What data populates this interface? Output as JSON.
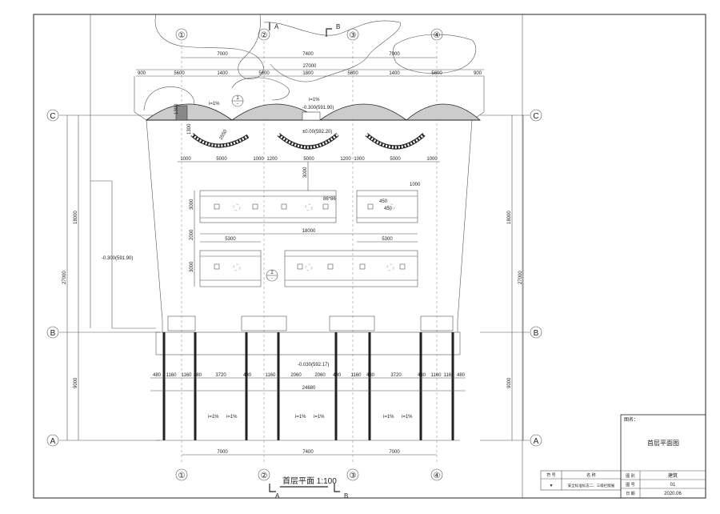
{
  "axes_top": [
    "①",
    "②",
    "③",
    "④"
  ],
  "axes_side": [
    "C",
    "B",
    "A"
  ],
  "section_marks": [
    "A",
    "B"
  ],
  "dims": {
    "top_span": [
      "7000",
      "7400",
      "7000"
    ],
    "top_total": "27000",
    "top_detail": [
      "900",
      "5600",
      "1400",
      "5600",
      "1800",
      "5600",
      "1400",
      "5600",
      "900"
    ],
    "mid_row": [
      "1000",
      "5000",
      "1000",
      "1200",
      "5000",
      "1200",
      "1000",
      "5000",
      "1000"
    ],
    "mid_3000": "3000",
    "room_total": "18000",
    "room_sub": [
      "5300",
      "5300"
    ],
    "room_left": [
      "3000",
      "2000",
      "3000"
    ],
    "small": [
      "1000",
      "450",
      "86*86",
      "450"
    ],
    "bot_row": [
      "480",
      "1160",
      "1160",
      "480",
      "3720",
      "480",
      "1160",
      "2060",
      "2060",
      "480",
      "1160",
      "480",
      "3720",
      "480",
      "1160",
      "1160",
      "480"
    ],
    "bot_total": "24680",
    "bot_span": [
      "7000",
      "7400",
      "7000"
    ],
    "left_18000": "18000",
    "left_27000": "27000",
    "left_9000": "9000",
    "right_18000": "18000",
    "right_27000": "27000",
    "right_9000": "9000",
    "r1300a": "1300",
    "r1300b": "1300",
    "r2550": "2550"
  },
  "levels": {
    "top": "-0.300(591.90)",
    "mid": "±0.00(592.20)",
    "left": "-0.300(591.90)",
    "bot": "-0.030(592.17)"
  },
  "slopes": [
    "i=1%",
    "i=1%",
    "i=1%",
    "i=1%",
    "i=1%",
    "i=1%",
    "i=1%",
    "i=1%"
  ],
  "detail_marks": [
    {
      "top": "1",
      "bot": "-"
    },
    {
      "top": "2",
      "bot": "-"
    }
  ],
  "title": {
    "main": "首层平面 1:100"
  },
  "legend": {
    "col_no": "符 号",
    "col_name": "名 称",
    "row_symbol": "▼",
    "row_name": "安全标准标志二、三级栏版展"
  },
  "title_block": {
    "label_drawing": "图名：",
    "drawing_name": "首层平面图",
    "rows": [
      {
        "label": "图 别",
        "value": "建筑"
      },
      {
        "label": "图 号",
        "value": "01"
      },
      {
        "label": "日 期",
        "value": "2020.06"
      }
    ]
  }
}
